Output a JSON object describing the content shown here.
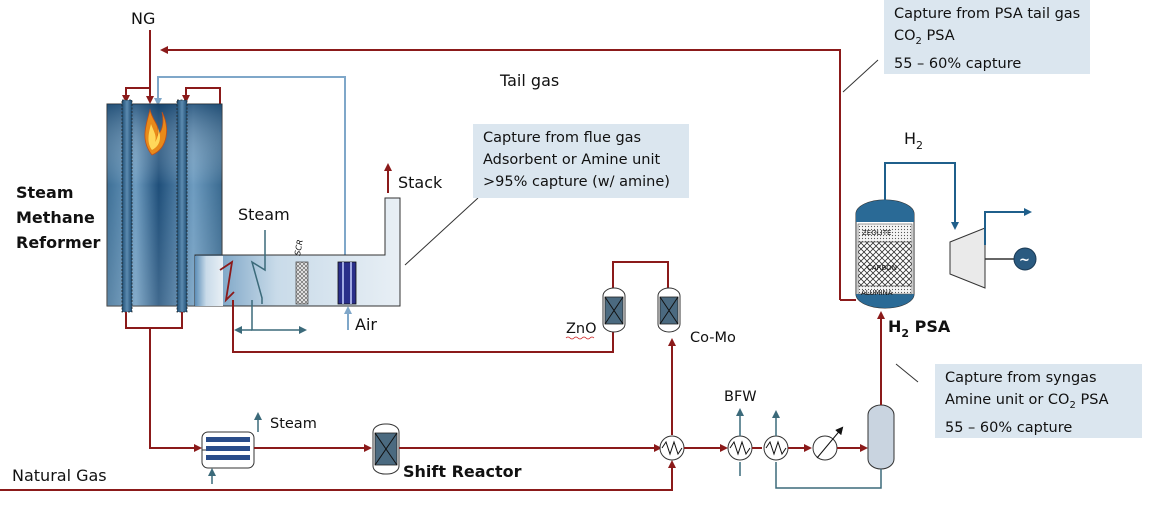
{
  "labels": {
    "ng": "NG",
    "tail_gas": "Tail gas",
    "smr_line1": "Steam",
    "smr_line2": "Methane",
    "smr_line3": "Reformer",
    "steam_upper": "Steam",
    "scr": "SCR",
    "stack": "Stack",
    "air": "Air",
    "zno": "ZnO",
    "como": "Co-Mo",
    "steam_lower": "Steam",
    "shift_reactor": "Shift Reactor",
    "natural_gas": "Natural Gas",
    "bfw": "BFW",
    "h2": "H",
    "h2_sub": "2",
    "h2_psa": "H",
    "h2_psa_sub": "2",
    "h2_psa_suffix": " PSA",
    "zeolite": "ZEOLITE",
    "carbon": "CARBON",
    "alumina": "ALUMINA",
    "generator": "~"
  },
  "notes": {
    "psa_tail": {
      "line1": "Capture from PSA tail gas",
      "line2_pre": "CO",
      "line2_sub": "2",
      "line2_post": " PSA",
      "line3": "55 – 60% capture"
    },
    "flue_gas": {
      "line1": "Capture from flue gas",
      "line2": "Adsorbent or Amine unit",
      "line3": ">95% capture (w/ amine)"
    },
    "syngas": {
      "line1": "Capture from syngas",
      "line2_pre": "Amine unit or CO",
      "line2_sub": "2",
      "line2_post": " PSA",
      "line3": "55 – 60% capture"
    }
  },
  "colors": {
    "process_line": "#8b1a1a",
    "water_line": "#3b6a7a",
    "air_line": "#7fa7c9",
    "note_bg": "#dbe6ef",
    "psa_cap": "#2a6a96",
    "vessel_fill": "#4b6a80"
  }
}
